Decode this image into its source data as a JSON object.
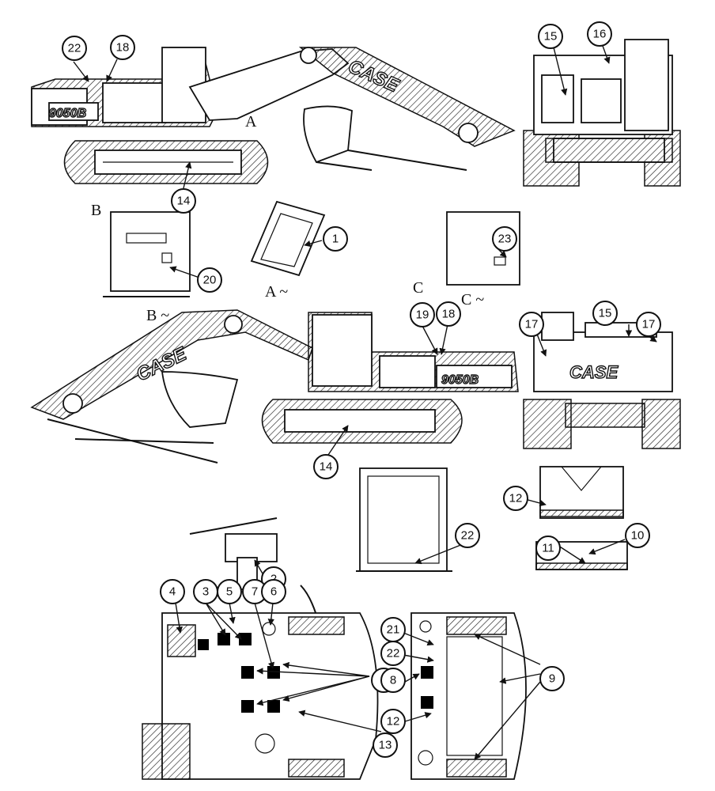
{
  "brand_text": "CASE",
  "model_text": "9050B",
  "view_labels": {
    "a_marker": "A",
    "b_marker": "B",
    "c_marker": "C",
    "a_view": "A ~",
    "b_view": "B ~",
    "c_view": "C ~"
  },
  "callouts": {
    "n1": "1",
    "n2": "2",
    "n3": "3",
    "n4": "4",
    "n5": "5",
    "n6": "6",
    "n7": "7",
    "n8": "8",
    "n9": "9",
    "n10": "10",
    "n11": "11",
    "n12": "12",
    "n13": "13",
    "n14": "14",
    "n15": "15",
    "n16": "16",
    "n17": "17",
    "n18": "18",
    "n19": "19",
    "n20": "20",
    "n21": "21",
    "n22": "22",
    "n23": "23"
  }
}
